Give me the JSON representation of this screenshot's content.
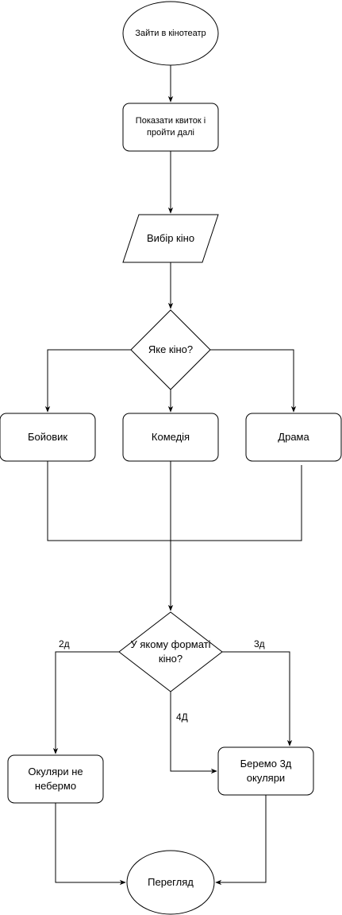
{
  "diagram": {
    "start": "Зайти в кінотеатр",
    "show_ticket": "Показати квиток і пройти далі",
    "choose_movie": "Вибір кіно",
    "which_movie": "Яке кіно?",
    "action": "Бойовик",
    "comedy": "Комедія",
    "drama": "Драма",
    "format_question": "У якому форматі кіно?",
    "no_glasses": "Окуляри не небермо",
    "take_glasses": "Беремо 3д окуляри",
    "watch": "Перегляд"
  },
  "edge_labels": {
    "left": "2д",
    "right": "3д",
    "down": "4Д"
  }
}
